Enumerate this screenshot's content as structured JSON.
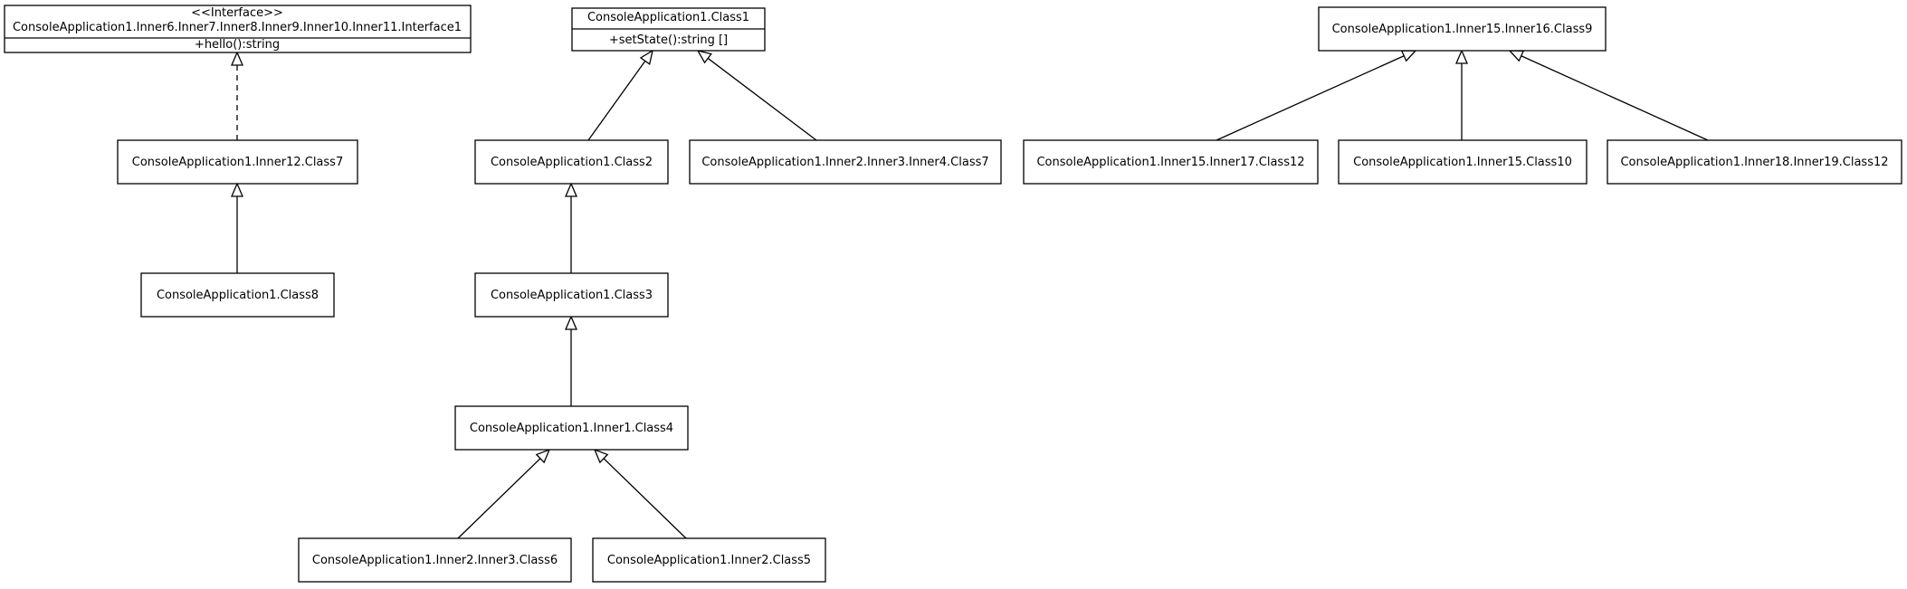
{
  "diagram": {
    "nodes": {
      "interface1": {
        "stereotype": "<<Interface>>",
        "name": "ConsoleApplication1.Inner6.Inner7.Inner8.Inner9.Inner10.Inner11.Interface1",
        "members": [
          "+hello():string"
        ]
      },
      "class1": {
        "name": "ConsoleApplication1.Class1",
        "members": [
          "+setState():string  []"
        ]
      },
      "class9": {
        "name": "ConsoleApplication1.Inner15.Inner16.Class9"
      },
      "inner12_class7": {
        "name": "ConsoleApplication1.Inner12.Class7"
      },
      "class2": {
        "name": "ConsoleApplication1.Class2"
      },
      "inner2_inner3_inner4_class7": {
        "name": "ConsoleApplication1.Inner2.Inner3.Inner4.Class7"
      },
      "inner15_inner17_class12": {
        "name": "ConsoleApplication1.Inner15.Inner17.Class12"
      },
      "inner15_class10": {
        "name": "ConsoleApplication1.Inner15.Class10"
      },
      "inner18_inner19_class12": {
        "name": "ConsoleApplication1.Inner18.Inner19.Class12"
      },
      "class8": {
        "name": "ConsoleApplication1.Class8"
      },
      "class3": {
        "name": "ConsoleApplication1.Class3"
      },
      "inner1_class4": {
        "name": "ConsoleApplication1.Inner1.Class4"
      },
      "inner2_inner3_class6": {
        "name": "ConsoleApplication1.Inner2.Inner3.Class6"
      },
      "inner2_class5": {
        "name": "ConsoleApplication1.Inner2.Class5"
      }
    },
    "edges": [
      {
        "from": "inner12_class7",
        "to": "interface1",
        "kind": "realization"
      },
      {
        "from": "class8",
        "to": "inner12_class7",
        "kind": "generalization"
      },
      {
        "from": "class2",
        "to": "class1",
        "kind": "generalization"
      },
      {
        "from": "inner2_inner3_inner4_class7",
        "to": "class1",
        "kind": "generalization"
      },
      {
        "from": "class3",
        "to": "class2",
        "kind": "generalization"
      },
      {
        "from": "inner1_class4",
        "to": "class3",
        "kind": "generalization"
      },
      {
        "from": "inner2_inner3_class6",
        "to": "inner1_class4",
        "kind": "generalization"
      },
      {
        "from": "inner2_class5",
        "to": "inner1_class4",
        "kind": "generalization"
      },
      {
        "from": "inner15_inner17_class12",
        "to": "class9",
        "kind": "generalization"
      },
      {
        "from": "inner15_class10",
        "to": "class9",
        "kind": "generalization"
      },
      {
        "from": "inner18_inner19_class12",
        "to": "class9",
        "kind": "generalization"
      }
    ]
  }
}
